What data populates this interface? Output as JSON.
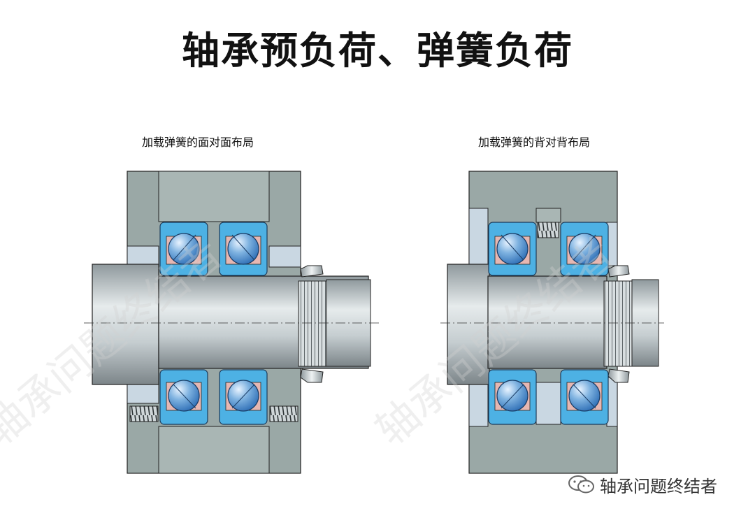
{
  "title": "轴承预负荷、弹簧负荷",
  "left_caption": "加载弹簧的面对面布局",
  "right_caption": "加载弹簧的背对背布局",
  "watermark_brand": "轴承问题终结者",
  "watermark_text": "轴承问题终结者",
  "colors": {
    "housing": "#9aa8a6",
    "housing_light": "#c9d7e2",
    "ring": "#4db1e4",
    "ball": "#6da3d6",
    "cage": "#e6b7b2",
    "shaft": "#b7c0c4"
  },
  "icons": [
    "wechat-icon"
  ]
}
